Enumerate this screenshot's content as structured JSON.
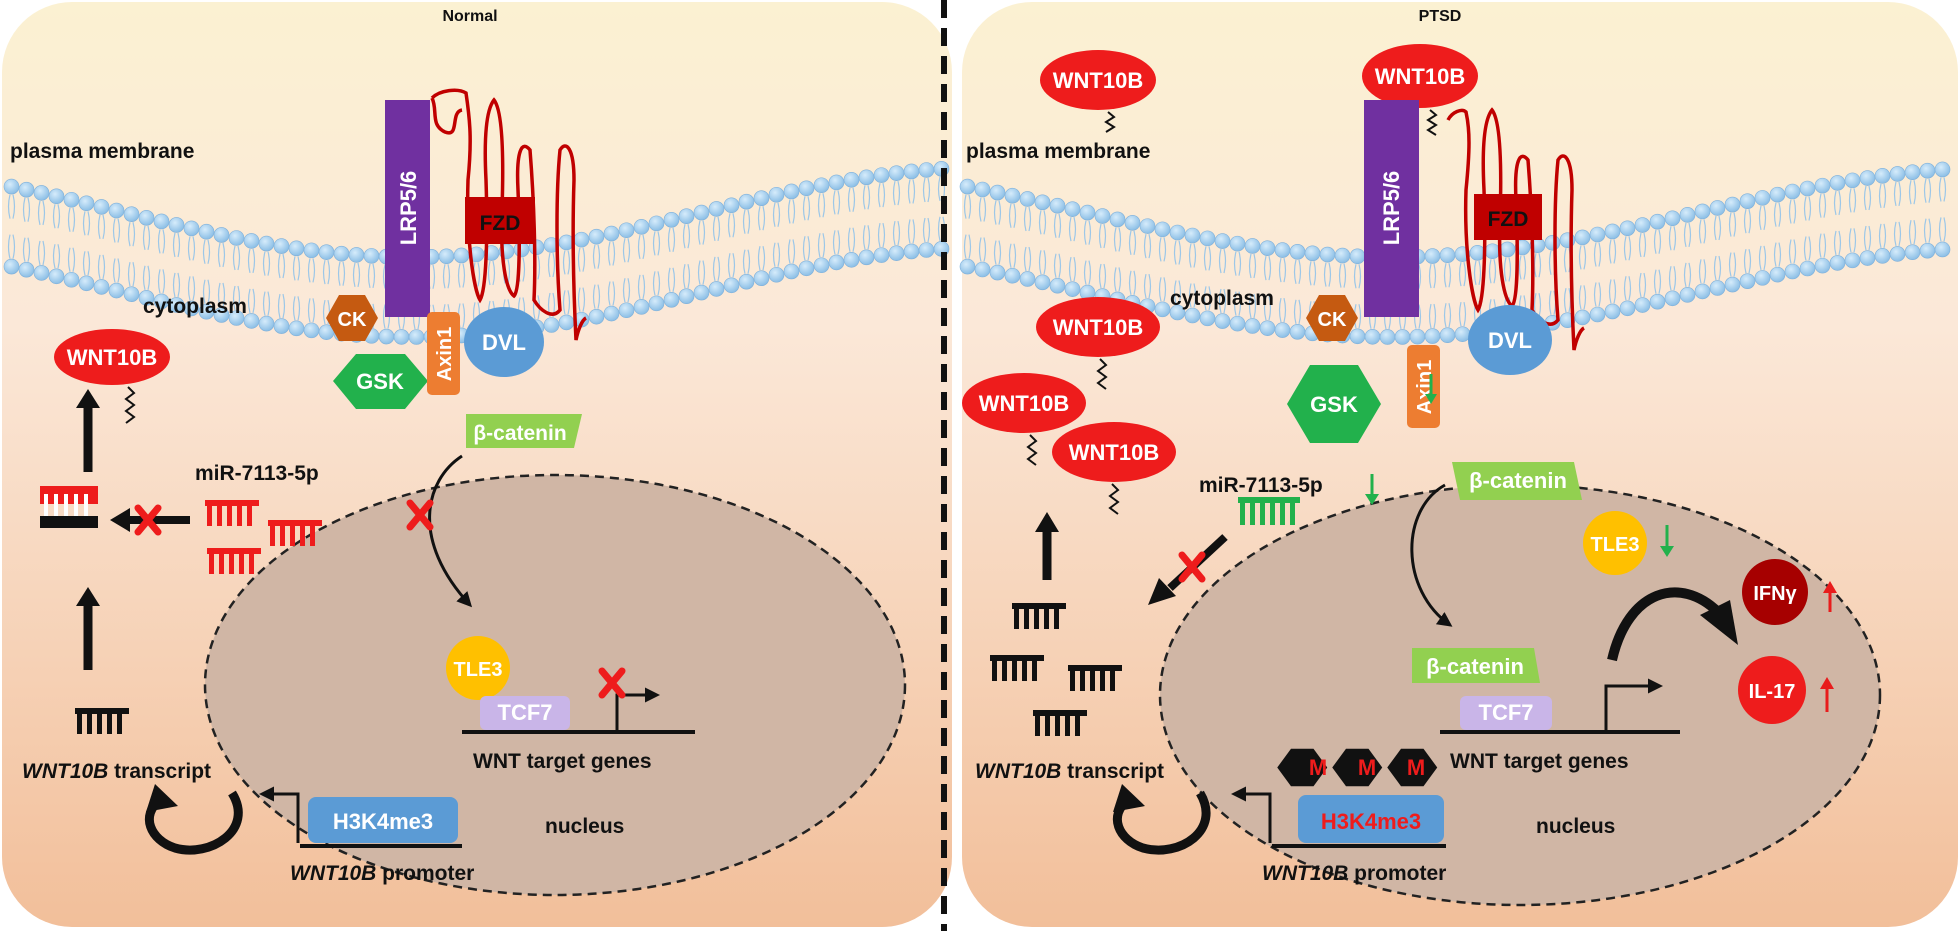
{
  "panels": {
    "normal": {
      "title": "Normal",
      "plasma_membrane": "plasma membrane",
      "cytoplasm": "cytoplasm",
      "nucleus": "nucleus",
      "lrp": "LRP5/6",
      "fzd": "FZD",
      "ck": "CK",
      "gsk": "GSK",
      "axin": "Axin1",
      "dvl": "DVL",
      "beta_catenin": "β-catenin",
      "wnt10b": "WNT10B",
      "mirna": "miR-7113-5p",
      "tle3": "TLE3",
      "tcf7": "TCF7",
      "target_genes": "WNT target genes",
      "transcript_gene": "WNT10B",
      "transcript_word": " transcript",
      "h3k4me3": "H3K4me3",
      "promoter_gene": "WNT10B",
      "promoter_word": " promoter"
    },
    "ptsd": {
      "title": "PTSD",
      "plasma_membrane": "plasma membrane",
      "cytoplasm": "cytoplasm",
      "nucleus": "nucleus",
      "lrp": "LRP5/6",
      "fzd": "FZD",
      "ck": "CK",
      "gsk": "GSK",
      "axin": "Axin1",
      "dvl": "DVL",
      "beta_catenin": "β-catenin",
      "beta_catenin_nuclear": "β-catenin",
      "wnt10b": "WNT10B",
      "mirna": "miR-7113-5p",
      "tle3": "TLE3",
      "tcf7": "TCF7",
      "target_genes": "WNT target genes",
      "transcript_gene": "WNT10B",
      "transcript_word": " transcript",
      "h3k4me3": "H3K4me3",
      "promoter_gene": "WNT10B",
      "promoter_word": " promoter",
      "methyl_mark": "M",
      "ifng": "IFNγ",
      "il17": "IL-17"
    }
  },
  "colors": {
    "wnt10b": "#ee1c1c",
    "lrp": "#7030a0",
    "fzd": "#c00000",
    "ck": "#c55a11",
    "gsk": "#22b14c",
    "axin": "#ed7d31",
    "dvl": "#5b9bd5",
    "beta_catenin": "#92d050",
    "tle3": "#ffc000",
    "tcf7": "#c9b5e8",
    "h3k4me3": "#5b9bd5",
    "mirna": "#ee1c1c",
    "mirna_ptsd": "#22b14c",
    "up_arrow": "#e81c1c",
    "down_arrow": "#22b14c",
    "ifng": "#a60000",
    "il17": "#ee1c1c"
  }
}
